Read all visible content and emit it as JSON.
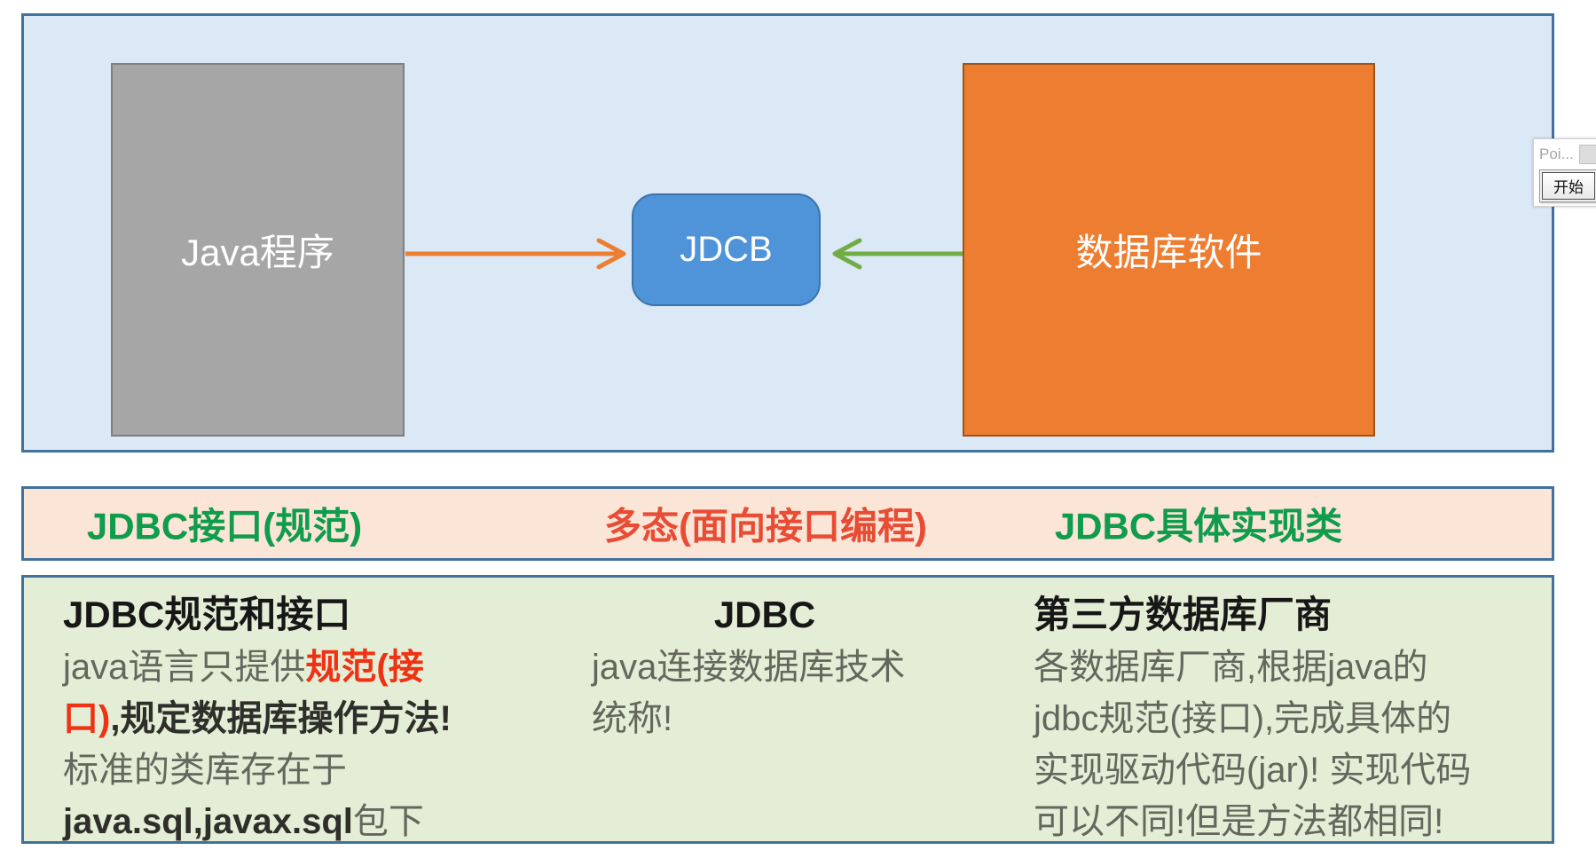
{
  "colors": {
    "panel_border": "#41719c",
    "top_panel_bg": "#dbe8f6",
    "gray_box": "#a6a6a6",
    "jdbc_box_blue": "#4f94d8",
    "orange_box": "#ed7d31",
    "orange_arrow": "#ed7d31",
    "green_arrow": "#70ad47",
    "band_bg": "#fbe5d6",
    "notes_bg": "#e4eed6",
    "green_label": "#0f9c4c",
    "red_label": "#e84c35",
    "red_highlight": "#f03214"
  },
  "diagram": {
    "java_box_label": "Java程序",
    "jdbc_box_label": "JDCB",
    "db_box_label": "数据库软件"
  },
  "overlay": {
    "title": "Poi...",
    "start_button": "开始"
  },
  "band": {
    "left_label": "JDBC接口(规范)",
    "middle_label": "多态(面向接口编程)",
    "right_label": "JDBC具体实现类"
  },
  "notes": {
    "col1": {
      "title": "JDBC规范和接口",
      "seg_plain_1": "java语言只提供",
      "seg_red": "规范(接口)",
      "seg_bold": ",规定数据库操作方法!",
      "seg_plain_2": "标准的类库存在于",
      "seg_code_bold": "java.sql,javax.sql",
      "seg_tail": "包下"
    },
    "col2": {
      "title": "JDBC",
      "lines": [
        "java连接数据库技术",
        "统称!"
      ]
    },
    "col3": {
      "title": "第三方数据库厂商",
      "lines": [
        "各数据库厂商,根据java的",
        "jdbc规范(接口),完成具体的",
        "实现驱动代码(jar)! 实现代码",
        "可以不同!但是方法都相同!"
      ]
    }
  }
}
